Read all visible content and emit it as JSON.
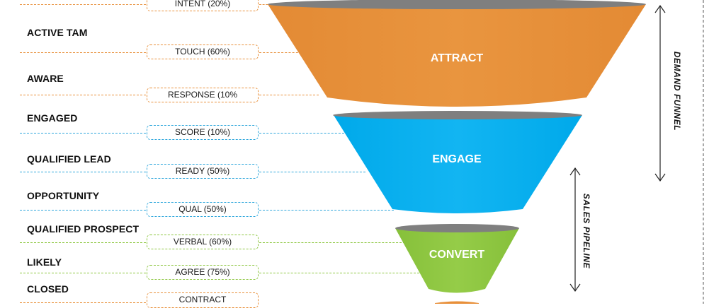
{
  "stages": [
    {
      "id": "active-tam",
      "label": "ACTIVE TAM"
    },
    {
      "id": "aware",
      "label": "AWARE"
    },
    {
      "id": "engaged",
      "label": "ENGAGED"
    },
    {
      "id": "qualified-lead",
      "label": "QUALIFIED LEAD"
    },
    {
      "id": "opportunity",
      "label": "OPPORTUNITY"
    },
    {
      "id": "qualified-prospect",
      "label": "QUALIFIED PROSPECT"
    },
    {
      "id": "likely",
      "label": "LIKELY"
    },
    {
      "id": "closed",
      "label": "CLOSED"
    }
  ],
  "metrics": [
    {
      "id": "intent",
      "label": "INTENT (20%)",
      "color": "#e8903a"
    },
    {
      "id": "touch",
      "label": "TOUCH (60%)",
      "color": "#e8903a"
    },
    {
      "id": "response",
      "label": "RESPONSE (10%",
      "color": "#e8903a"
    },
    {
      "id": "score",
      "label": "SCORE (10%)",
      "color": "#2fa7dc"
    },
    {
      "id": "ready",
      "label": "READY (50%)",
      "color": "#2fa7dc"
    },
    {
      "id": "qual",
      "label": "QUAL (50%)",
      "color": "#2fa7dc"
    },
    {
      "id": "verbal",
      "label": "VERBAL (60%)",
      "color": "#8cc63f"
    },
    {
      "id": "agree",
      "label": "AGREE (75%)",
      "color": "#8cc63f"
    },
    {
      "id": "contract",
      "label": "CONTRACT",
      "color": "#e8903a"
    }
  ],
  "funnel": {
    "attract": {
      "label": "ATTRACT",
      "color": "#e8903a"
    },
    "engage": {
      "label": "ENGAGE",
      "color": "#00aeef"
    },
    "convert": {
      "label": "CONVERT",
      "color": "#8dc63f"
    },
    "rim_color": "#7f7f7f"
  },
  "brackets": {
    "demand_funnel": "DEMAND FUNNEL",
    "sales_pipeline": "SALES PIPELINE"
  }
}
